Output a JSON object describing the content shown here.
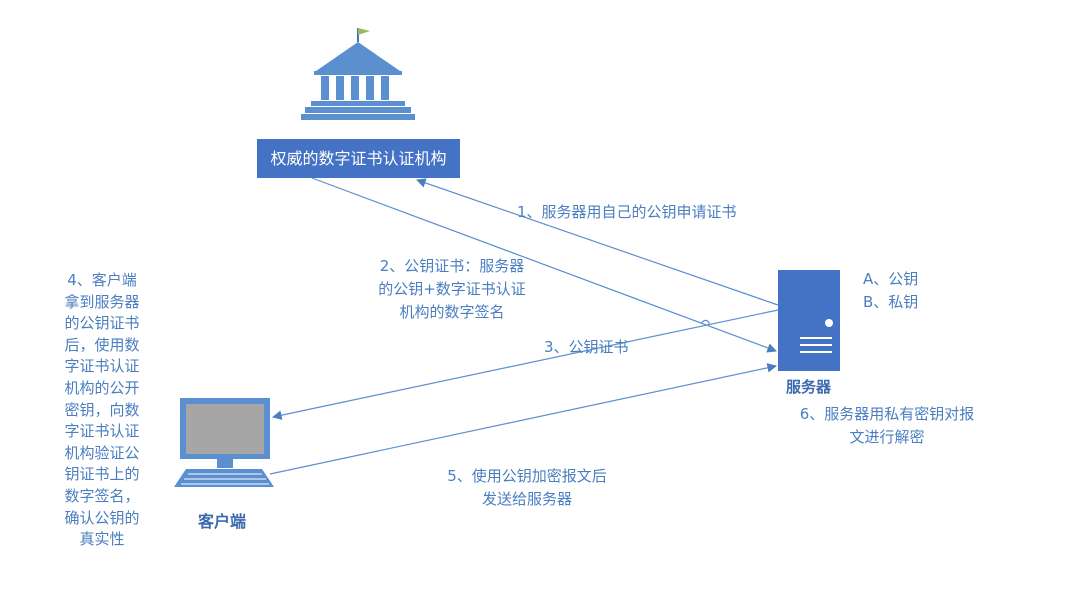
{
  "ca": {
    "label": "权威的数字证书认证机构"
  },
  "server": {
    "label": "服务器",
    "keys": [
      "A、公钥",
      "B、私钥"
    ]
  },
  "client": {
    "label": "客户端"
  },
  "steps": {
    "s1": "1、服务器用自己的公钥申请证书",
    "s2": [
      "2、公钥证书：服务器",
      "的公钥+数字证书认证",
      "机构的数字签名"
    ],
    "s3": "3、公钥证书",
    "s4": [
      "4、客户端",
      "拿到服务器",
      "的公钥证书",
      "后，使用数",
      "字证书认证",
      "机构的公开",
      "密钥，向数",
      "字证书认证",
      "机构验证公",
      "钥证书上的",
      "数字签名，",
      "确认公钥的",
      "真实性"
    ],
    "s5": [
      "5、使用公钥加密报文后",
      "发送给服务器"
    ],
    "s6": [
      "6、服务器用私有密钥对报",
      "文进行解密"
    ]
  },
  "colors": {
    "primary": "#4472c4",
    "line": "#5b8fd0",
    "text": "#4a7ec0",
    "screen": "#a6a6a6",
    "flag": "#9bbb59"
  },
  "icons": [
    "bank-building-icon",
    "server-tower-icon",
    "computer-monitor-icon",
    "laptop-keyboard-icon"
  ]
}
